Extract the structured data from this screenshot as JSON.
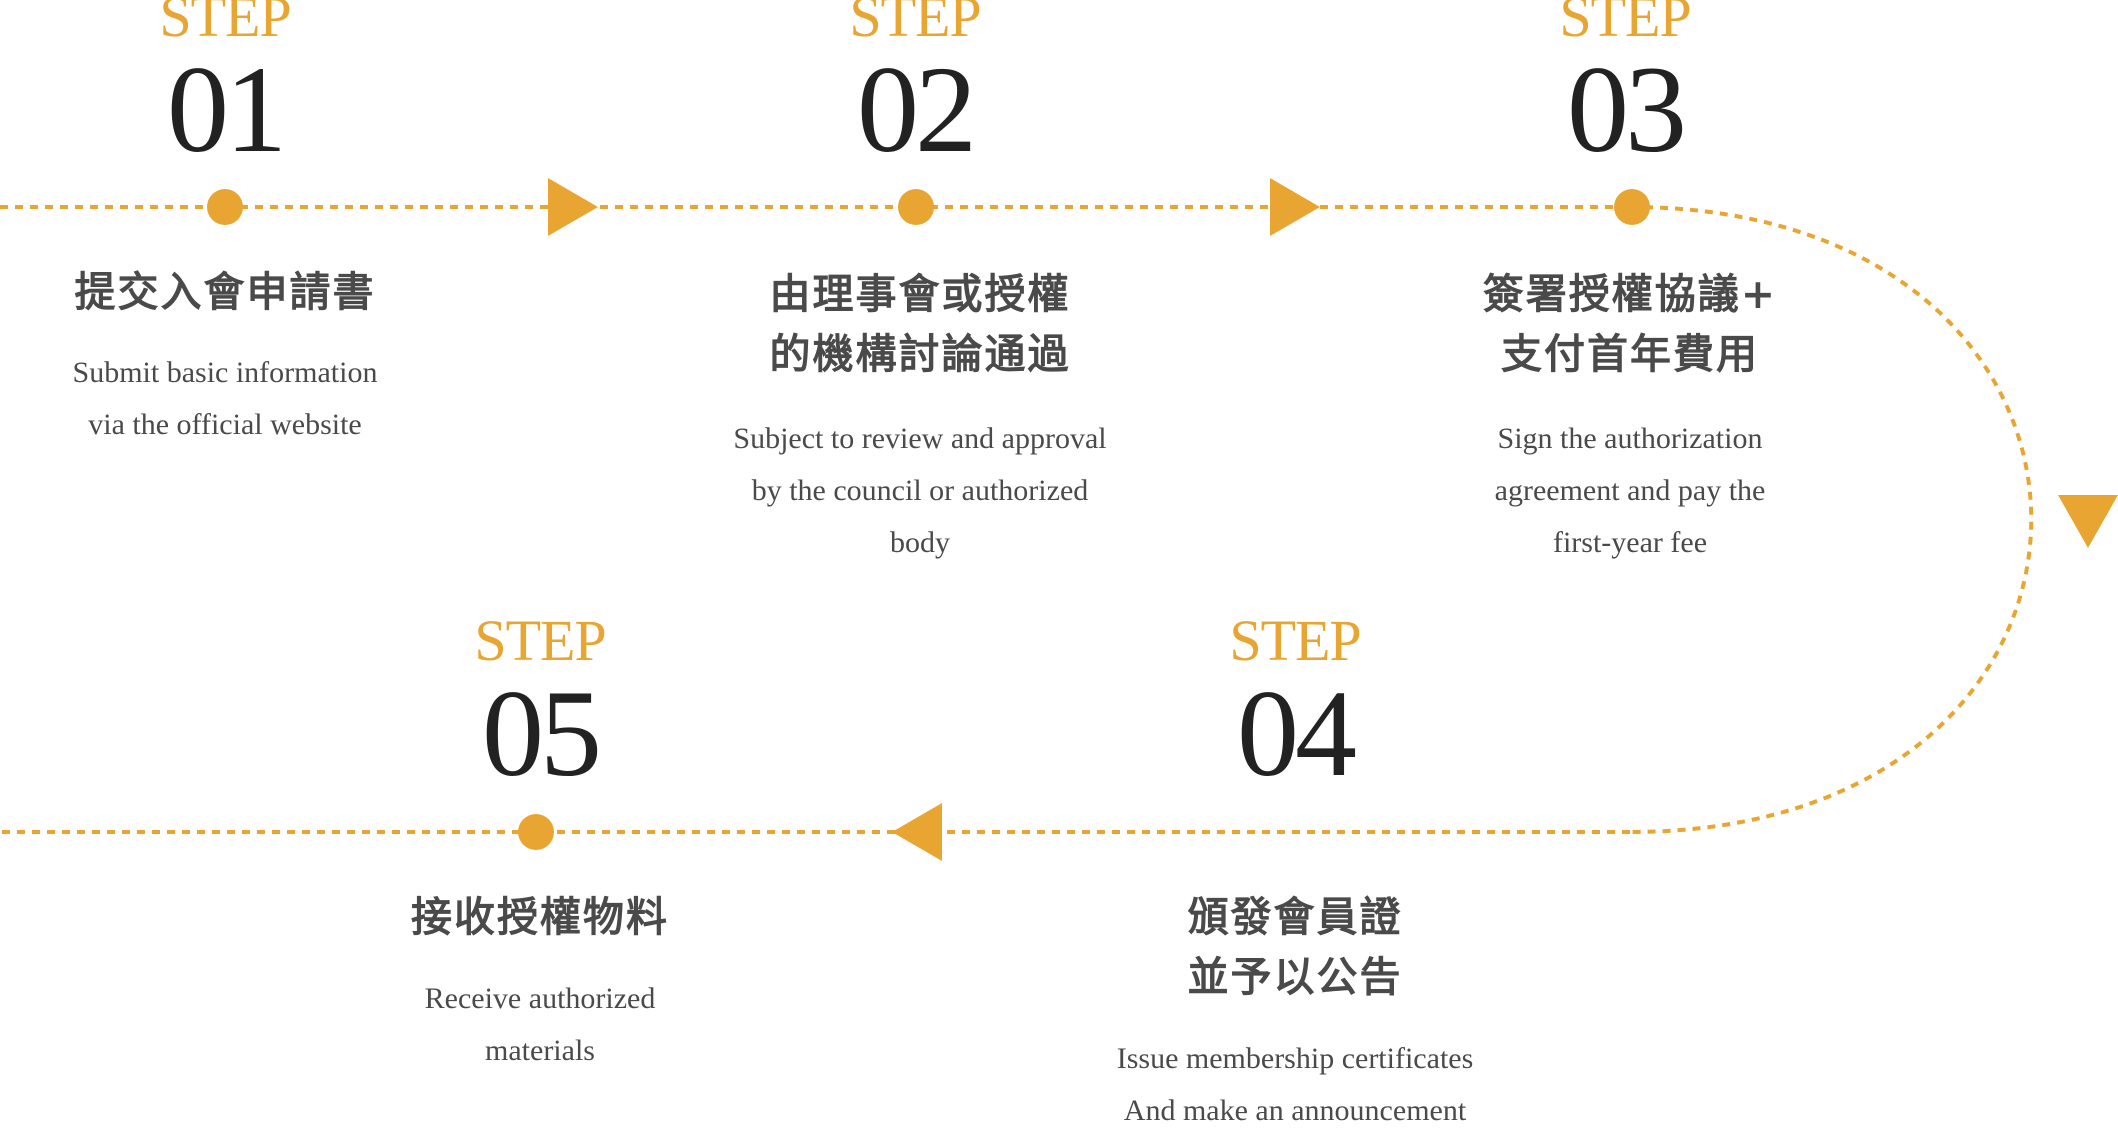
{
  "colors": {
    "accent": "#E8A531",
    "number": "#222222",
    "text": "#4a4a4a"
  },
  "steps": [
    {
      "label": "STEP",
      "number": "01",
      "title_lines": [
        "提交入會申請書"
      ],
      "desc_lines": [
        "Submit basic information",
        "via the official website"
      ]
    },
    {
      "label": "STEP",
      "number": "02",
      "title_lines": [
        "由理事會或授權",
        "的機構討論通過"
      ],
      "desc_lines": [
        "Subject to review and approval",
        "by the council or authorized",
        "body"
      ]
    },
    {
      "label": "STEP",
      "number": "03",
      "title_lines": [
        "簽署授權協議+",
        "支付首年費用"
      ],
      "desc_lines": [
        "Sign the authorization",
        "agreement and pay the",
        "first-year fee"
      ]
    },
    {
      "label": "STEP",
      "number": "04",
      "title_lines": [
        "頒發會員證",
        "並予以公告"
      ],
      "desc_lines": [
        "Issue membership certificates",
        "And make an announcement"
      ]
    },
    {
      "label": "STEP",
      "number": "05",
      "title_lines": [
        "接收授權物料"
      ],
      "desc_lines": [
        "Receive authorized",
        "materials"
      ]
    }
  ]
}
